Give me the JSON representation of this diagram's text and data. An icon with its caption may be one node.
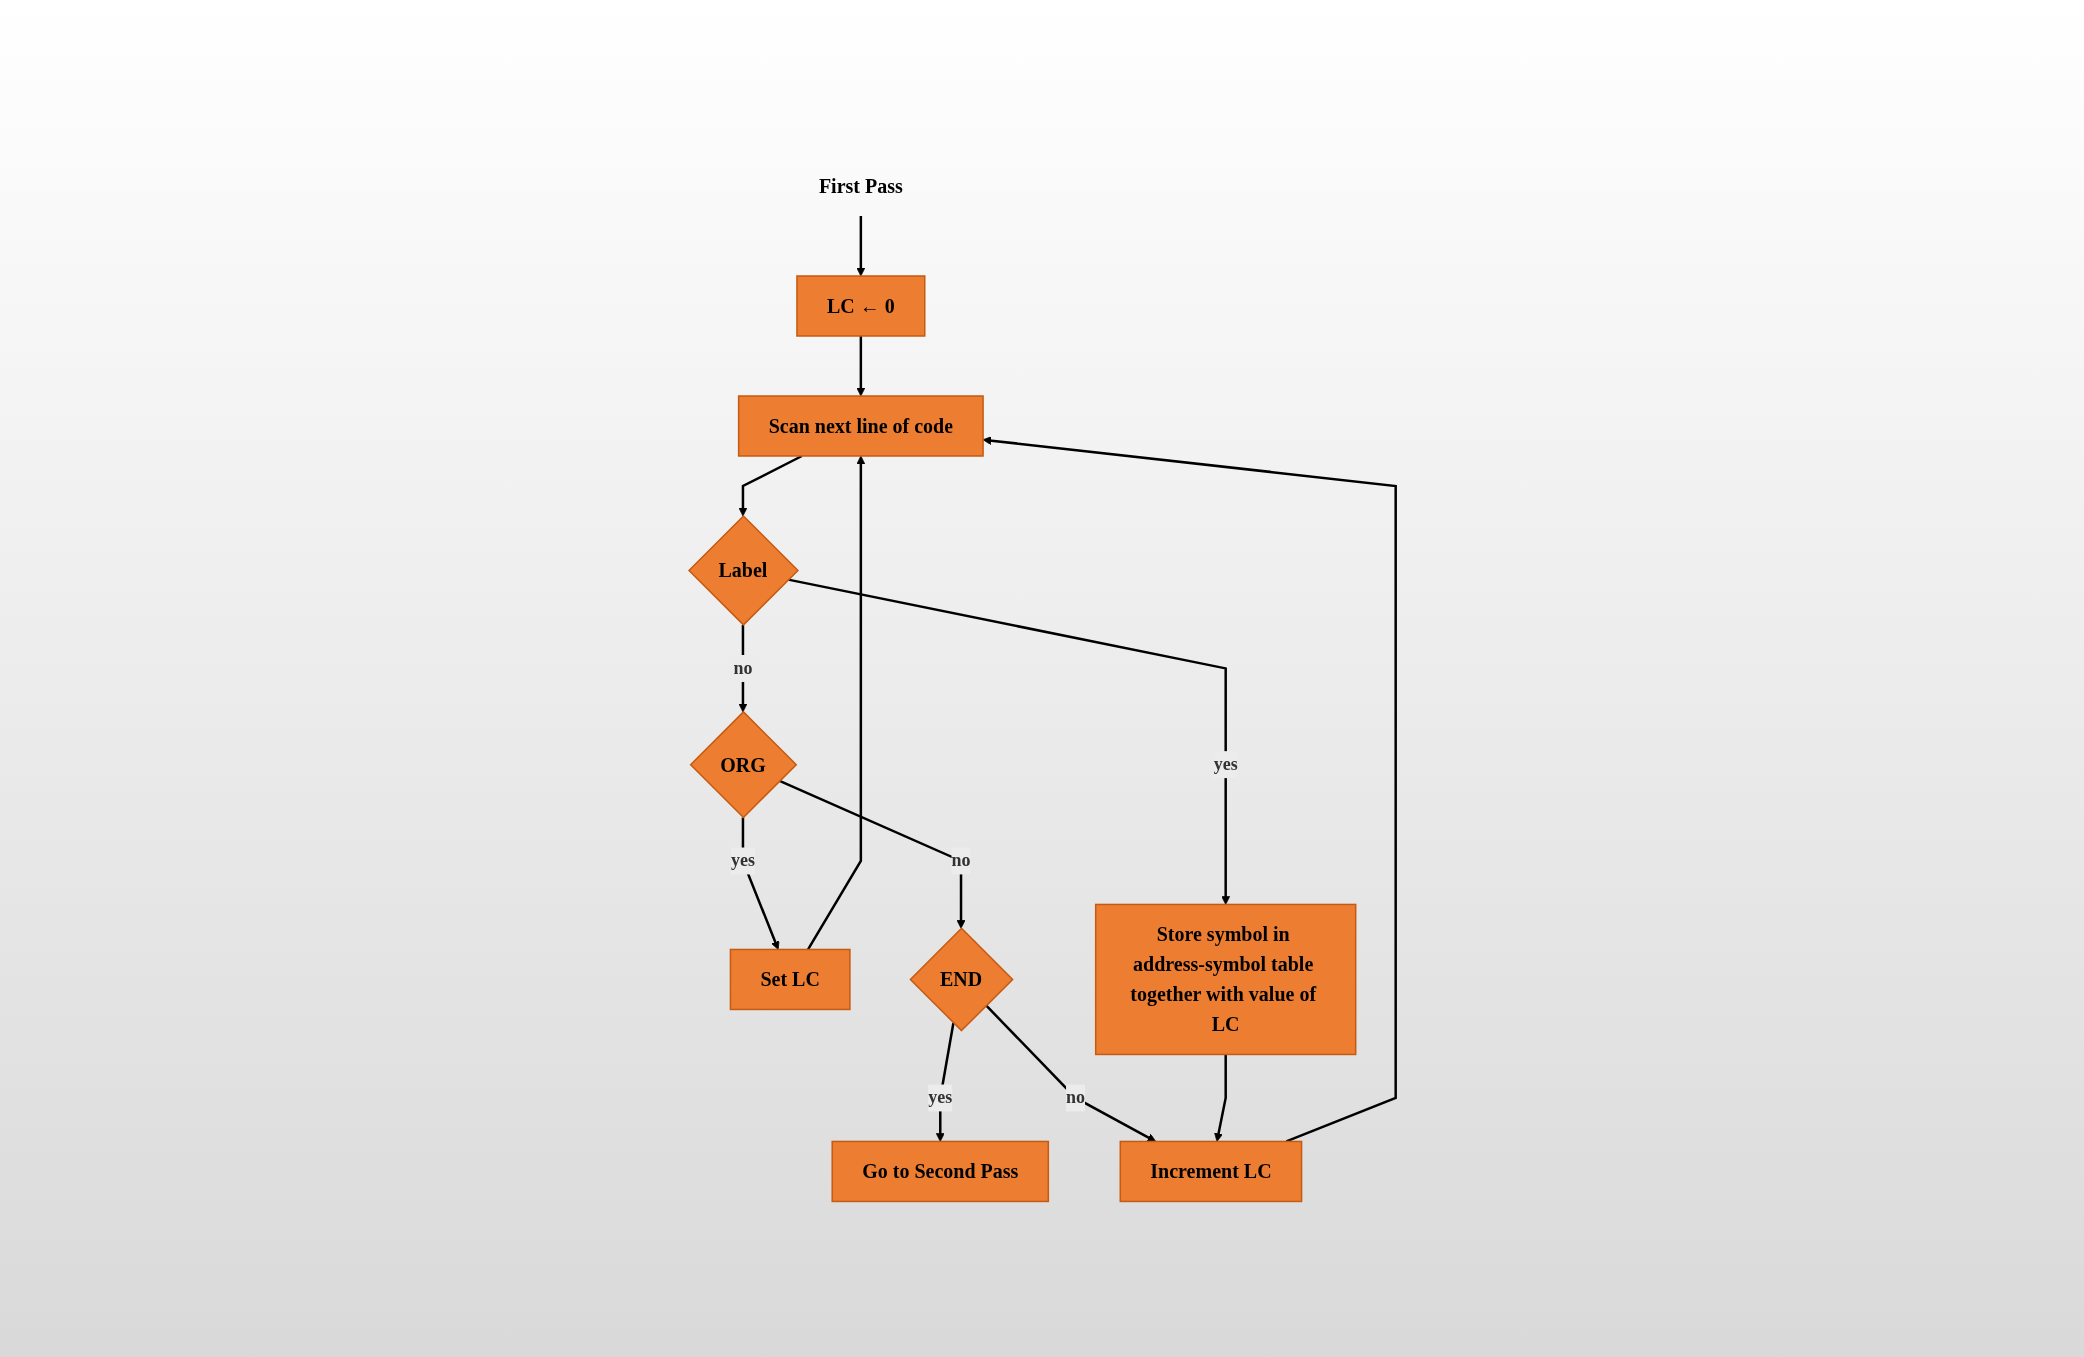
{
  "diagram": {
    "nodes": [
      {
        "text": [
          "First Pass"
        ]
      },
      {
        "text": [
          "LC ← 0"
        ]
      },
      {
        "text": [
          "Scan next line of code"
        ]
      },
      {
        "text": [
          "Set LC"
        ]
      },
      {
        "text": [
          "Label"
        ]
      },
      {
        "text": [
          "ORG"
        ]
      },
      {
        "text": [
          "END"
        ]
      },
      {
        "text": [
          "Store symbol in address-symbol table together with value of LC"
        ]
      },
      {
        "text": [
          "Increment LC"
        ]
      },
      {
        "text": [
          "Go to Second Pass"
        ]
      }
    ],
    "edges": [
      {
        "from": 0,
        "to": 1,
        "arrow": "to"
      },
      {
        "from": 1,
        "to": 2,
        "arrow": "to"
      },
      {
        "from": 2,
        "to": 4,
        "arrow": "to"
      },
      {
        "from": 4,
        "to": 5,
        "label": "no",
        "arrow": "to"
      },
      {
        "from": 4,
        "to": 7,
        "label": "yes",
        "arrow": "to"
      },
      {
        "from": 5,
        "to": 3,
        "label": "yes",
        "arrow": "to"
      },
      {
        "from": 3,
        "to": 2,
        "arrow": "to"
      },
      {
        "from": 5,
        "to": 6,
        "label": "no",
        "arrow": "to"
      },
      {
        "from": 6,
        "to": 9,
        "label": "yes",
        "arrow": "to"
      },
      {
        "from": 6,
        "to": 8,
        "label": "no",
        "arrow": "to"
      },
      {
        "from": 7,
        "to": 8,
        "arrow": "to"
      },
      {
        "from": 8,
        "to": 2,
        "arrow": "to"
      }
    ]
  }
}
